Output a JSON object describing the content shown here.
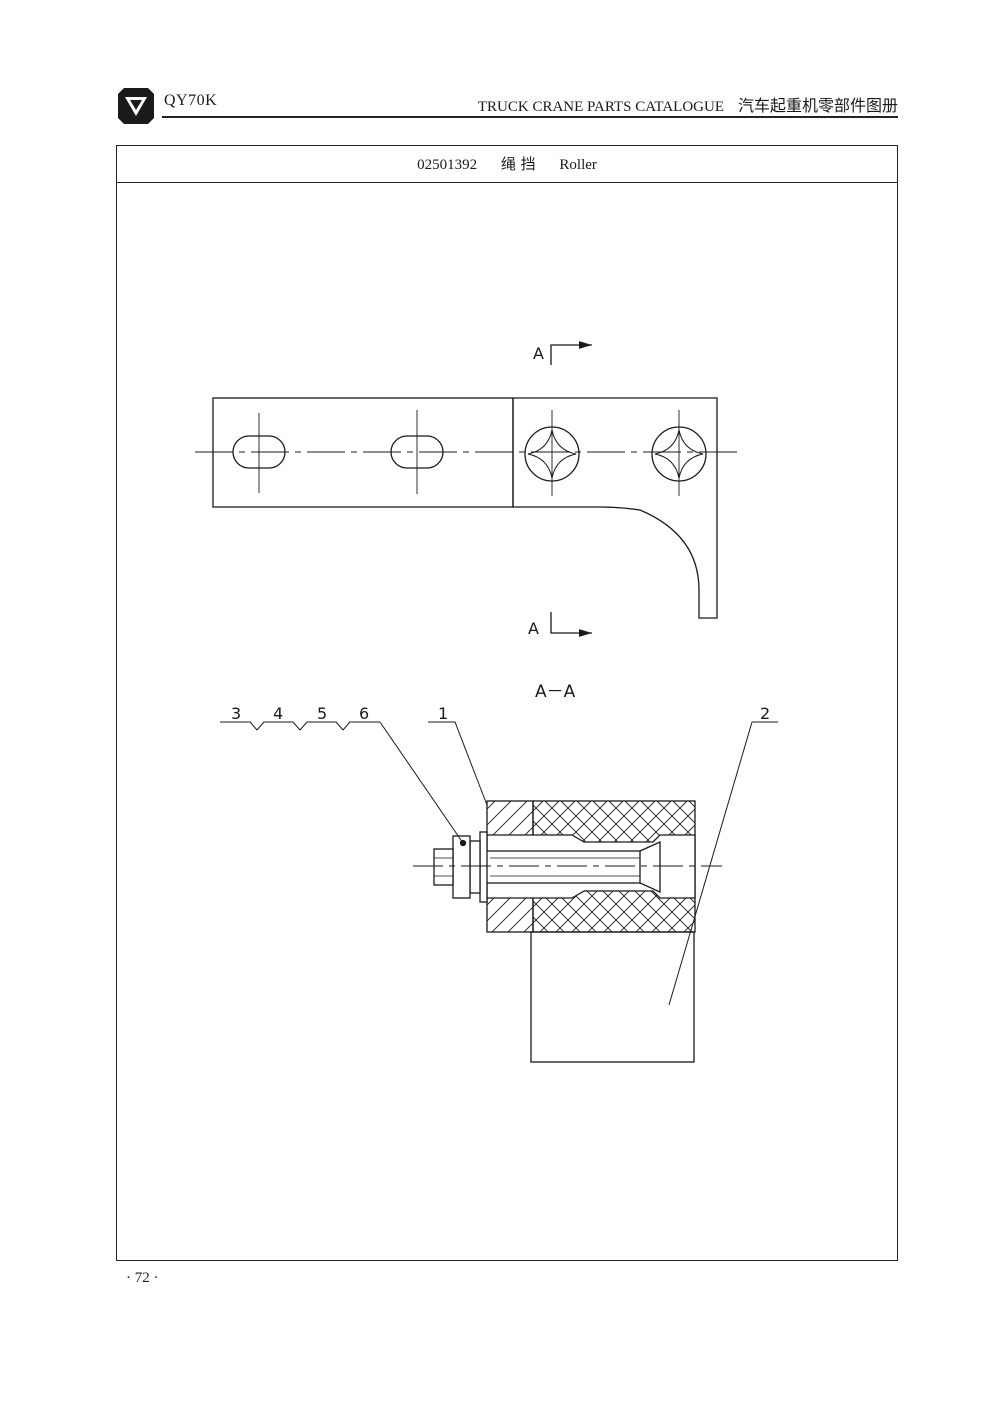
{
  "header": {
    "model": "QY70K",
    "catalogue_en": "TRUCK CRANE PARTS CATALOGUE",
    "catalogue_cn": "汽车起重机零部件图册"
  },
  "part": {
    "number": "02501392",
    "name_cn": "绳 挡",
    "name_en": "Roller"
  },
  "drawing": {
    "section_marks": [
      "A",
      "A"
    ],
    "section_title": "A－A",
    "callouts": [
      "3",
      "4",
      "5",
      "6",
      "1",
      "2"
    ]
  },
  "footer": {
    "page_number": "· 72 ·"
  },
  "colors": {
    "ink": "#1a1a1a",
    "paper": "#ffffff"
  },
  "icons": {
    "logo": "xcmg-logo-icon"
  }
}
